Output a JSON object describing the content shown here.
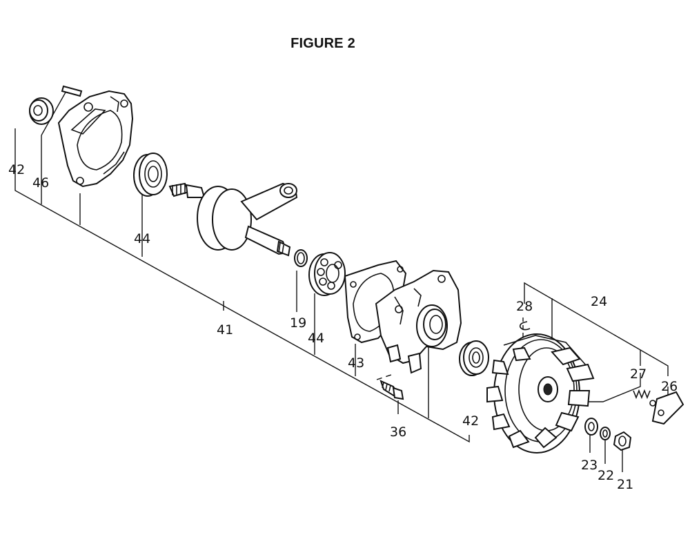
{
  "title": "FIGURE 2",
  "callouts": {
    "c42a": "42",
    "c46": "46",
    "c44a": "44",
    "c41": "41",
    "c19": "19",
    "c44b": "44",
    "c43": "43",
    "c36": "36",
    "c42b": "42",
    "c28": "28",
    "c24": "24",
    "c27": "27",
    "c26": "26",
    "c23": "23",
    "c22": "22",
    "c21": "21"
  }
}
